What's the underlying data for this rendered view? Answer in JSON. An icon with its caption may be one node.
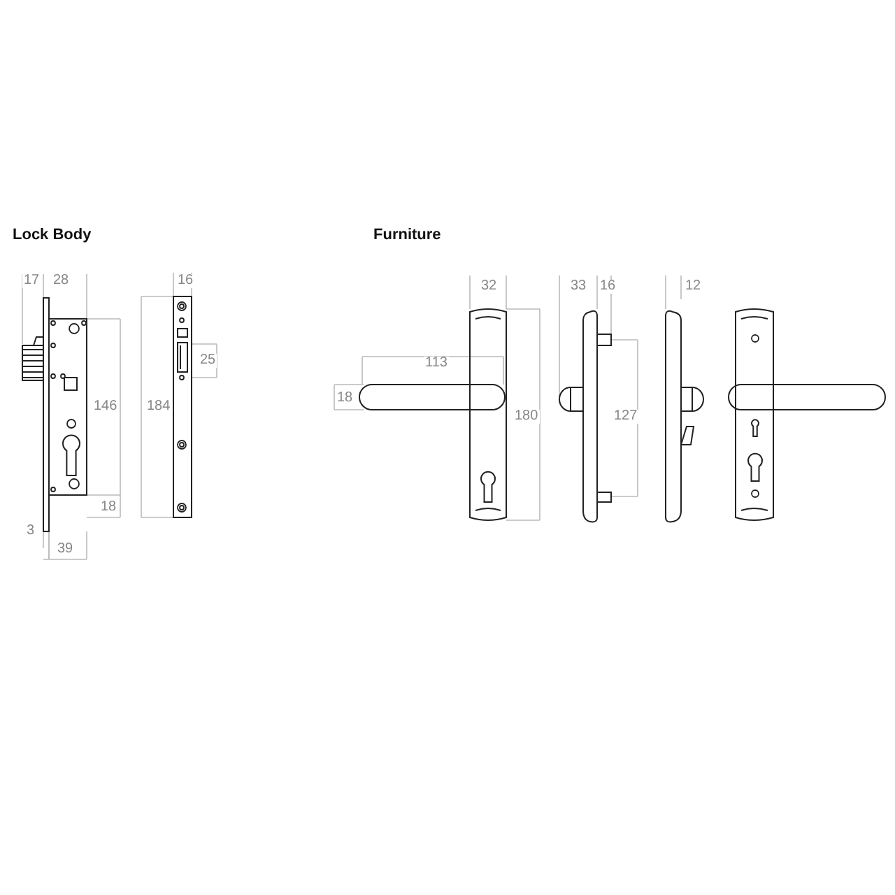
{
  "diagram": {
    "labels": [
      "Lock Body",
      "17",
      "28",
      "146",
      "18",
      "3",
      "39",
      "16",
      "184",
      "25",
      "Furniture",
      "32",
      "113",
      "18",
      "180",
      "33",
      "16",
      "127",
      "12"
    ]
  }
}
